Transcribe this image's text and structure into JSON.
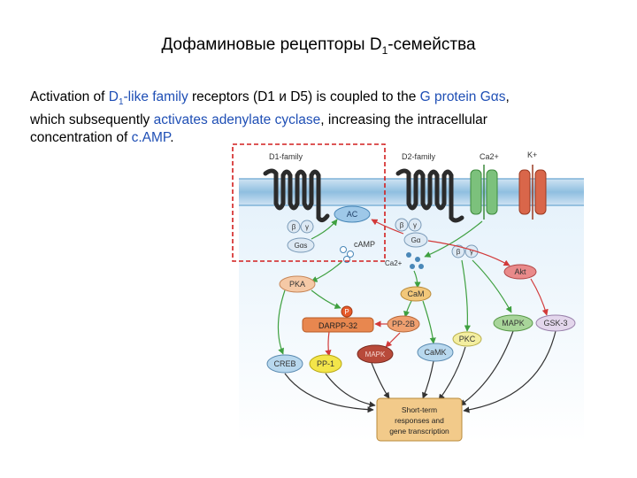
{
  "title": {
    "main": "Дофаминовые рецепторы D",
    "sub": "1",
    "tail": "-семейства"
  },
  "text": {
    "p1": "Activation of ",
    "p2": "D",
    "p2_sub": "1",
    "p3": "-like family",
    "p4": " receptors (D1 и D5) is coupled to the ",
    "p5": "G protein Gαs",
    "p6": ",",
    "p7": "which subsequently ",
    "p8": "activates adenylate cyclase",
    "p9": ", increasing the intracellular",
    "p10": "concentration of ",
    "p11": "c.AMP",
    "p12": "."
  },
  "diagram": {
    "d1_family": "D1-family",
    "d2_family": "D2-family",
    "ca_channel": "Ca2+",
    "k_channel": "K+",
    "ac": "AC",
    "beta": "β",
    "gamma": "γ",
    "gas": "Gαs",
    "camp": "cAMP",
    "ga": "Gα",
    "ca2": "Ca2+",
    "pka": "PKA",
    "cam": "CaM",
    "akt": "Akt",
    "p": "P",
    "darpp": "DARPP-32",
    "pp2b": "PP-2B",
    "mapk_green": "MAPK",
    "gsk3": "GSK-3",
    "pkc": "PKC",
    "creb": "CREB",
    "pp1": "PP-1",
    "mapk_red": "MAPK",
    "camk": "CaMK",
    "outcome_1": "Short-term",
    "outcome_2": "responses and",
    "outcome_3": "gene transcription",
    "colors": {
      "membrane": "#7fb2d8",
      "receptor": "#2b2b2b",
      "highlight_box": "#d21f1f",
      "activation_arrow": "#3fa040",
      "inhibition_arrow": "#d23a3a",
      "link_text": "#1f4fb5"
    }
  }
}
